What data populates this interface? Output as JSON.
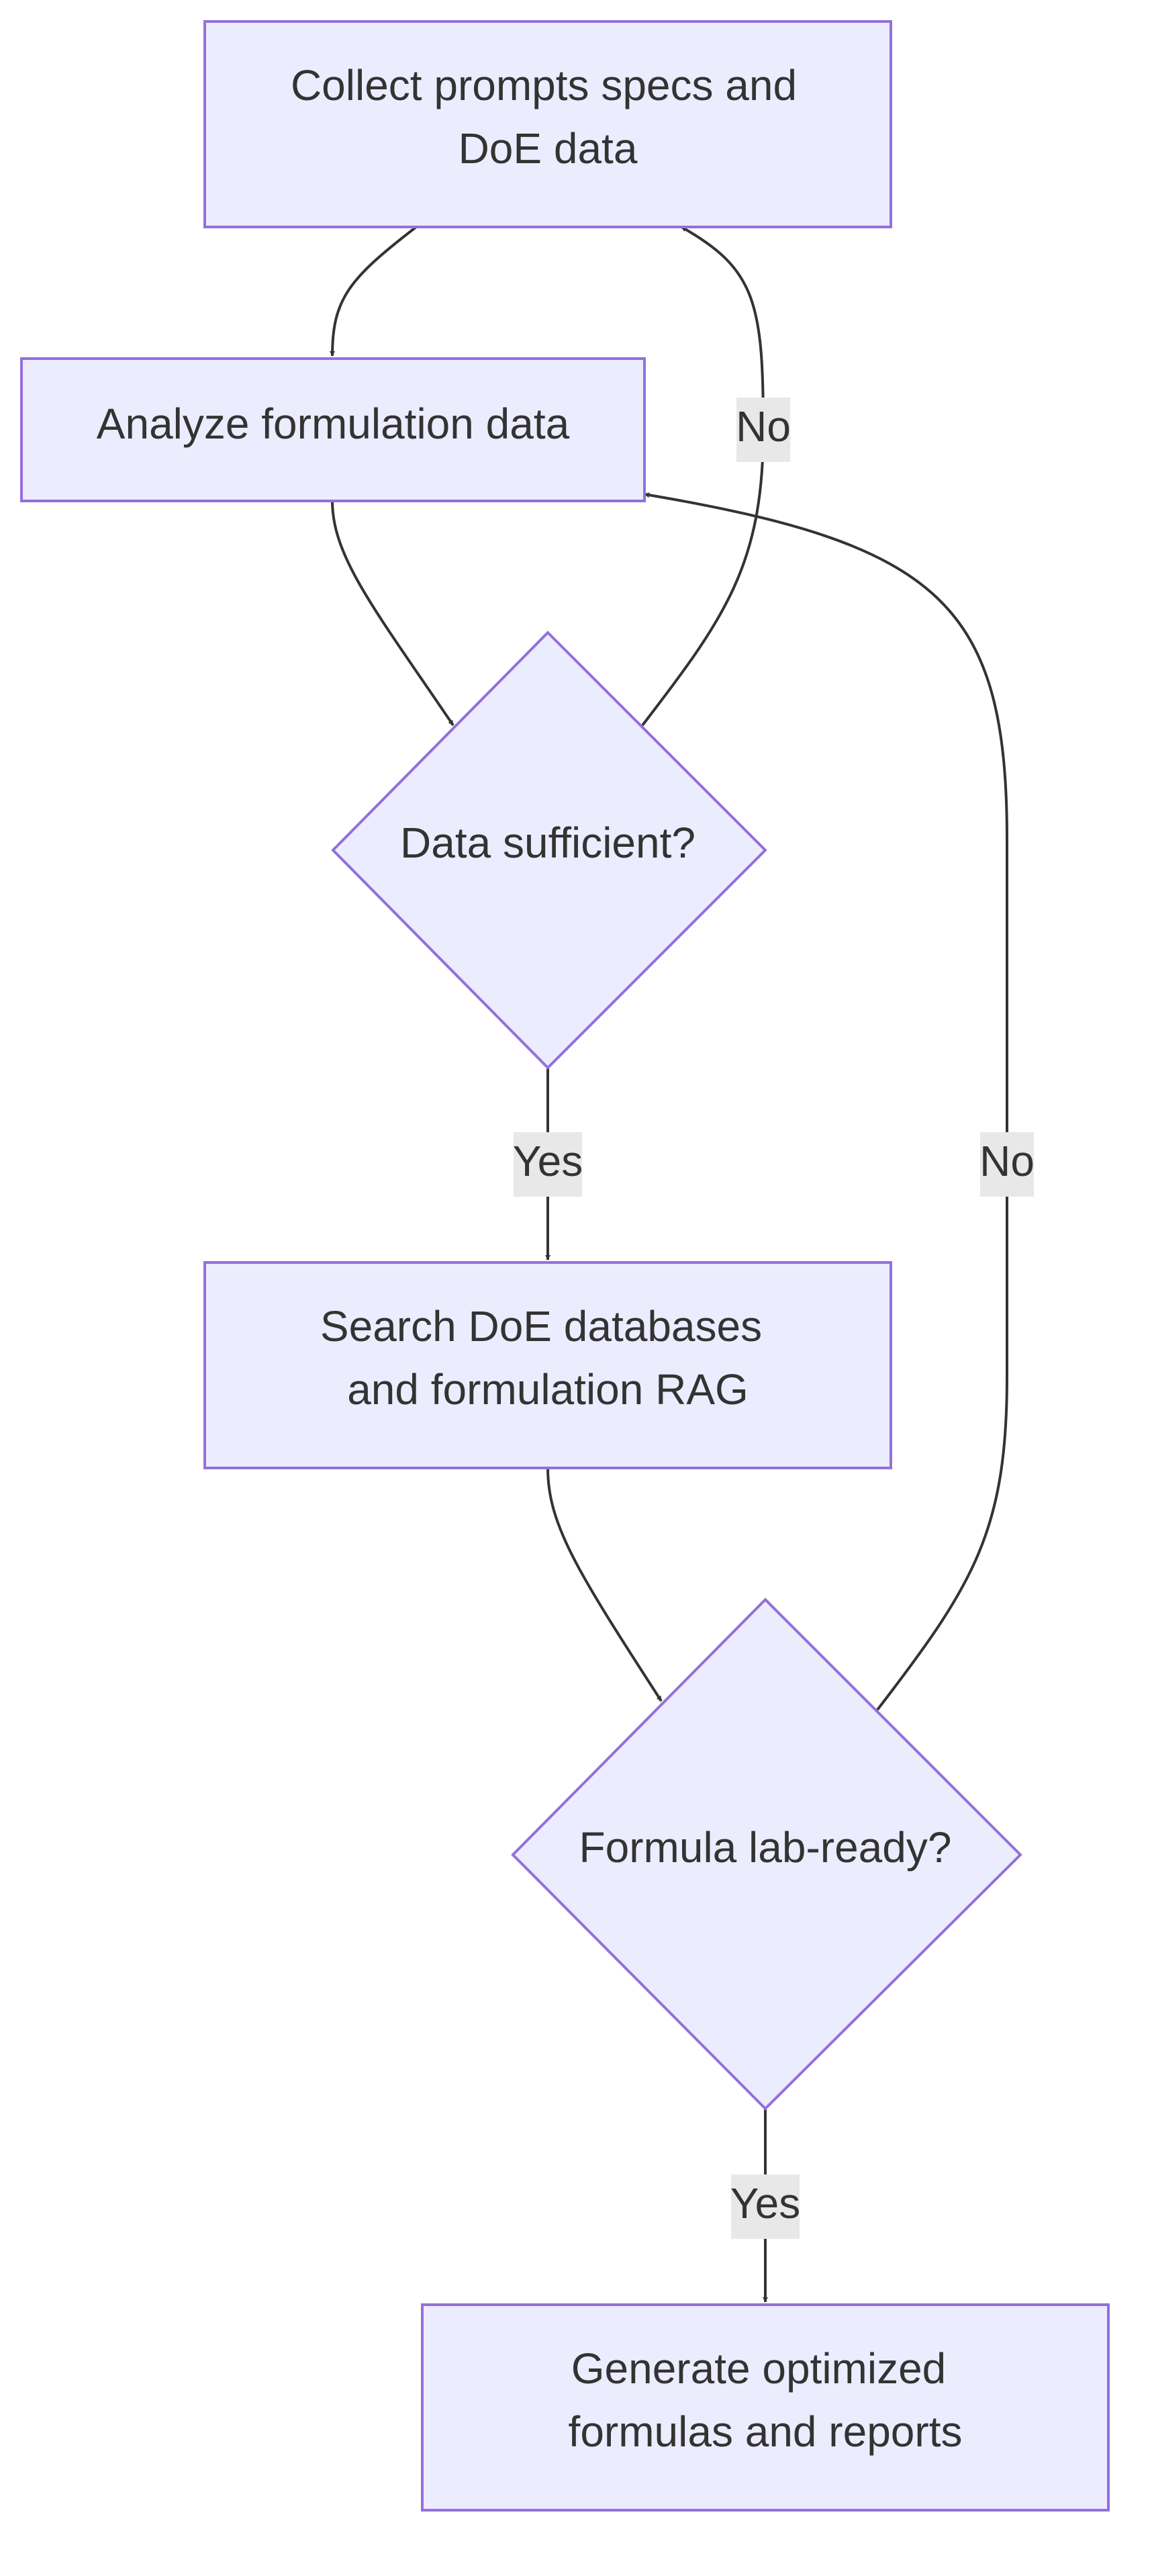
{
  "diagram": {
    "type": "flowchart",
    "colors": {
      "node_fill": "#ECECFF",
      "node_stroke": "#9370DB",
      "edge": "#333333",
      "label_bg": "#E8E8E8",
      "text": "#333333"
    },
    "nodes": {
      "collect": {
        "shape": "rect",
        "lines": [
          "Collect prompts specs and",
          "DoE data"
        ]
      },
      "analyze": {
        "shape": "rect",
        "lines": [
          "Analyze formulation data"
        ]
      },
      "sufficient": {
        "shape": "diamond",
        "lines": [
          "Data sufficient?"
        ]
      },
      "search": {
        "shape": "rect",
        "lines": [
          "Search DoE databases",
          "and formulation RAG"
        ]
      },
      "labready": {
        "shape": "diamond",
        "lines": [
          "Formula lab-ready?"
        ]
      },
      "generate": {
        "shape": "rect",
        "lines": [
          "Generate optimized",
          "formulas and reports"
        ]
      }
    },
    "edges": [
      {
        "from": "collect",
        "to": "analyze",
        "label": ""
      },
      {
        "from": "analyze",
        "to": "sufficient",
        "label": ""
      },
      {
        "from": "sufficient",
        "to": "collect",
        "label": "No"
      },
      {
        "from": "sufficient",
        "to": "search",
        "label": "Yes"
      },
      {
        "from": "search",
        "to": "labready",
        "label": ""
      },
      {
        "from": "labready",
        "to": "analyze",
        "label": "No"
      },
      {
        "from": "labready",
        "to": "generate",
        "label": "Yes"
      }
    ]
  }
}
